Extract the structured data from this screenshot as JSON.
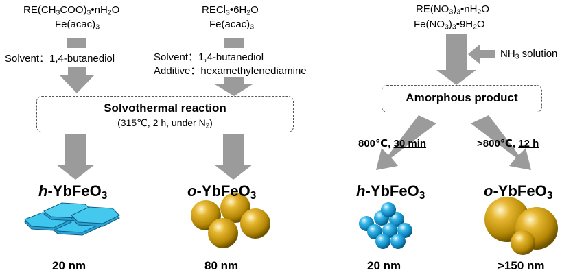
{
  "left": {
    "route1": {
      "precursor_re": "RE(CH3COO)3•nH2O",
      "precursor_fe": "Fe(acac)3",
      "solvent": "Solvent：1,4-butanediol"
    },
    "route2": {
      "precursor_re": "RECl3•6H2O",
      "precursor_fe": "Fe(acac)3",
      "solvent": "Solvent：1,4-butanediol",
      "additive_label": "Additive：",
      "additive_value": "hexamethylenediamine"
    },
    "reaction": {
      "title": "Solvothermal reaction",
      "conditions": "(315℃, 2 h, under N2)"
    },
    "product1": {
      "prefix": "h",
      "formula": "-YbFeO3",
      "size": "20 nm"
    },
    "product2": {
      "prefix": "o",
      "formula": "-YbFeO3",
      "size": "80 nm"
    }
  },
  "right": {
    "precursor_re": "RE(NO3)3•nH2O",
    "precursor_fe": "Fe(NO3)3•9H2O",
    "reagent": "NH3 solution",
    "intermediate": "Amorphous product",
    "cond1_temp": "800℃, ",
    "cond1_time": "30 min",
    "cond2_temp": ">800℃, ",
    "cond2_time": "12 h",
    "product1": {
      "prefix": "h",
      "formula": "-YbFeO3",
      "size": "20 nm"
    },
    "product2": {
      "prefix": "o",
      "formula": "-YbFeO3",
      "size": ">150 nm"
    }
  },
  "colors": {
    "arrow": "#9b9b9b",
    "hex_plate": "#3fc6ee",
    "blue_sphere": "#29abe2",
    "gold_sphere": "#c8980f"
  }
}
